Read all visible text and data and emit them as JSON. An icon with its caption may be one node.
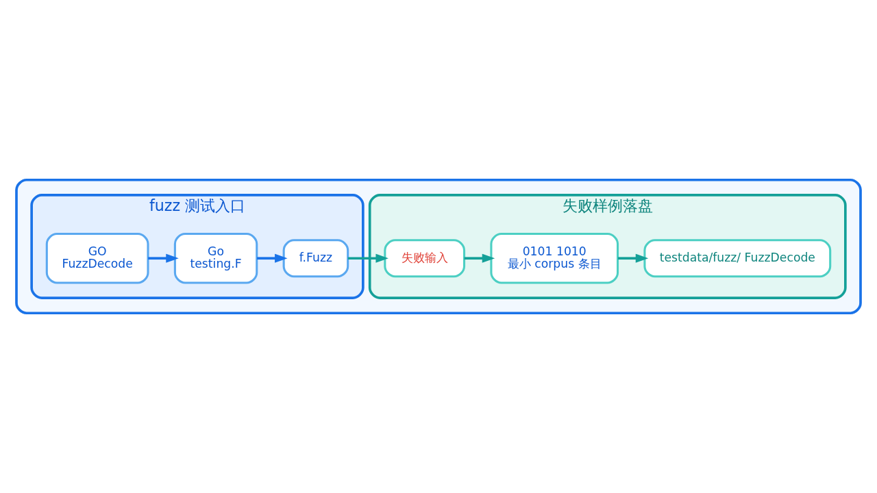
{
  "diagram": {
    "nodes": [
      {
        "text": [],
        "shape": "box"
      },
      {
        "text": [
          "fuzz 测试入口"
        ],
        "in": 0
      },
      {
        "text": [
          "GO",
          "FuzzDecode"
        ],
        "in": 1
      },
      {
        "text": [
          "Go",
          "testing.F"
        ],
        "in": 1
      },
      {
        "text": [
          "f.Fuzz"
        ],
        "in": 1
      },
      {
        "text": [
          "失败样例落盘"
        ],
        "in": 0
      },
      {
        "text": [
          "失败输入"
        ],
        "in": 5
      },
      {
        "text": [
          "0101 1010",
          "最小 corpus 条目"
        ],
        "in": 5
      },
      {
        "text": [
          "testdata/fuzz/ FuzzDecode"
        ],
        "in": 5
      }
    ],
    "edges": [
      {
        "from": 2,
        "to": 3,
        "arrow": "to",
        "color": "#1a73e8"
      },
      {
        "from": 3,
        "to": 4,
        "arrow": "to",
        "color": "#1a73e8"
      },
      {
        "from": 4,
        "to": 6,
        "arrow": "to"
      },
      {
        "from": 6,
        "to": 7,
        "arrow": "to"
      },
      {
        "from": 7,
        "to": 8,
        "arrow": "to"
      }
    ]
  }
}
